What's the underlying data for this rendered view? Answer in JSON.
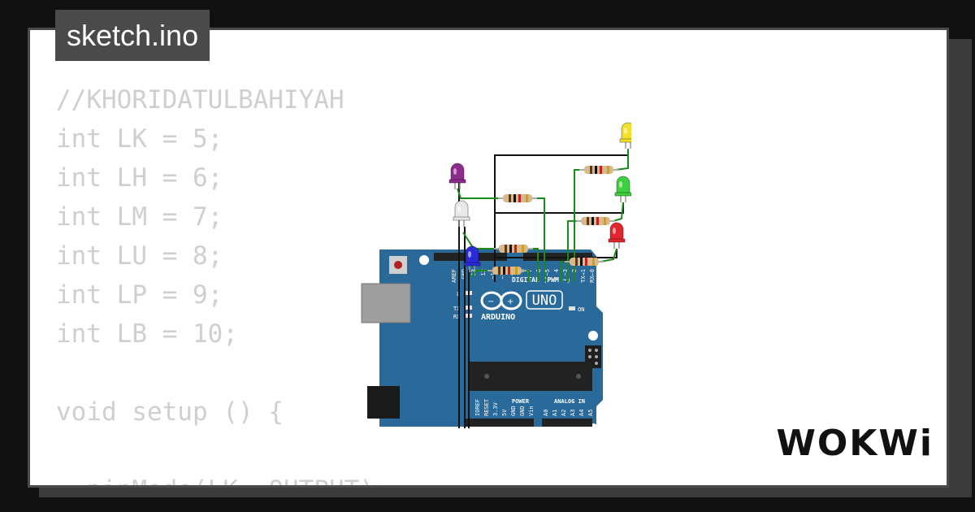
{
  "file_tab": {
    "label": "sketch.ino"
  },
  "code_lines": [
    "//KHORIDATULBAHIYAH",
    "int LK = 5;",
    "int LH = 6;",
    "int LM = 7;",
    "int LU = 8;",
    "int LP = 9;",
    "int LB = 10;",
    "",
    "void setup () {",
    "",
    "  pinMode(LK, OUTPUT);"
  ],
  "board": {
    "brand": "ARDUINO",
    "model": "UNO",
    "header_digital": "DIGITAL (PWM ~)",
    "header_power": "POWER",
    "header_analog": "ANALOG IN",
    "pin_aref": "AREF",
    "pin_gnd": "GND",
    "digital_pins": [
      "13",
      "12",
      "~11",
      "~10",
      "~9",
      "8",
      "7",
      "~6",
      "~5",
      "4",
      "~3",
      "2",
      "TX→1",
      "RX←0"
    ],
    "power_pins": [
      "IOREF",
      "RESET",
      "3.3V",
      "5V",
      "GND",
      "GND",
      "Vin"
    ],
    "analog_pins": [
      "A0",
      "A1",
      "A2",
      "A3",
      "A4",
      "A5"
    ],
    "led_l": "L",
    "led_tx": "TX",
    "led_rx": "RX",
    "led_on": "ON"
  },
  "leds": [
    {
      "name": "yellow",
      "color": "#f2e02a"
    },
    {
      "name": "green",
      "color": "#3ecf3e"
    },
    {
      "name": "red",
      "color": "#e0262c"
    },
    {
      "name": "purple",
      "color": "#8e2c8e"
    },
    {
      "name": "white",
      "color": "#e8e8e8"
    },
    {
      "name": "blue",
      "color": "#2a2ad8"
    }
  ],
  "colors": {
    "board": "#2a6a9a",
    "wire_signal": "#1a8a1a",
    "wire_ground": "#111111"
  },
  "logo": {
    "text": "WOKWi"
  }
}
